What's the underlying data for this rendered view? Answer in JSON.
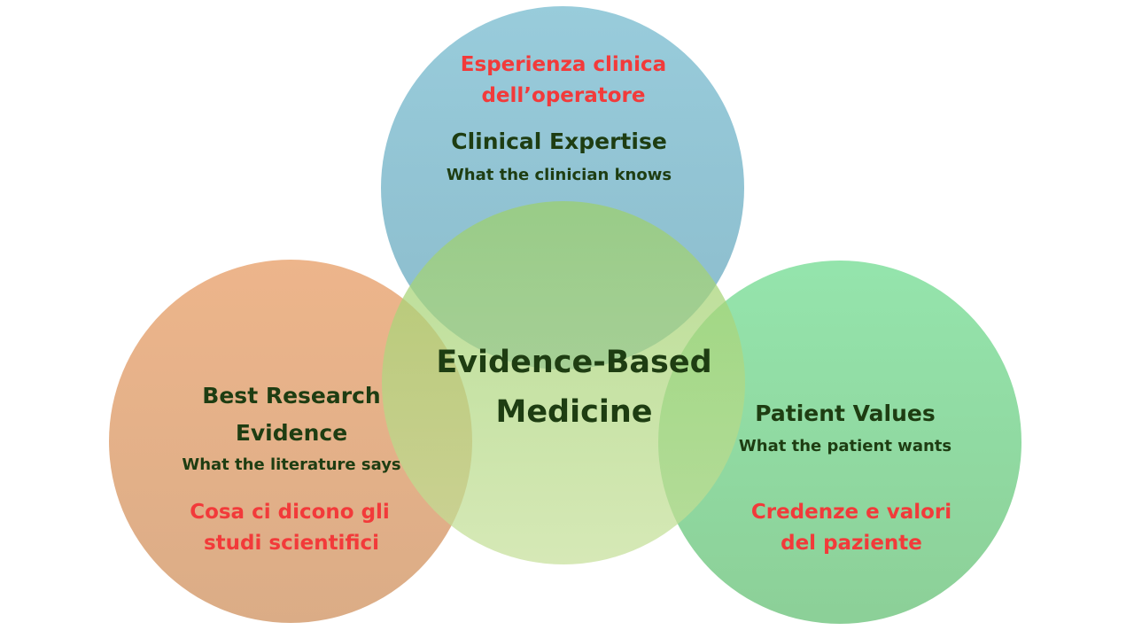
{
  "circles": [
    {
      "id": "clinical",
      "fill": "#8cc2d6"
    },
    {
      "id": "research",
      "fill": "#e8a675"
    },
    {
      "id": "patient",
      "fill": "#7fd8a0"
    },
    {
      "id": "ebm",
      "fill": "#b4da72"
    }
  ],
  "center": {
    "line1": "Evidence-Based",
    "line2": "Medicine"
  },
  "clinical": {
    "it_line1": "Esperienza clinica",
    "it_line2": "dell’operatore",
    "title": "Clinical Expertise",
    "subtitle": "What the clinician knows"
  },
  "research": {
    "title_line1": "Best Research",
    "title_line2": "Evidence",
    "subtitle": "What the literature says",
    "it_line1": "Cosa ci dicono gli",
    "it_line2": "studi scientifici"
  },
  "patient": {
    "title": "Patient Values",
    "subtitle": "What the patient wants",
    "it_line1": "Credenze e valori",
    "it_line2": "del paziente"
  },
  "colors": {
    "italian_text": "#f23a3a",
    "english_text": "#1e3d12"
  }
}
